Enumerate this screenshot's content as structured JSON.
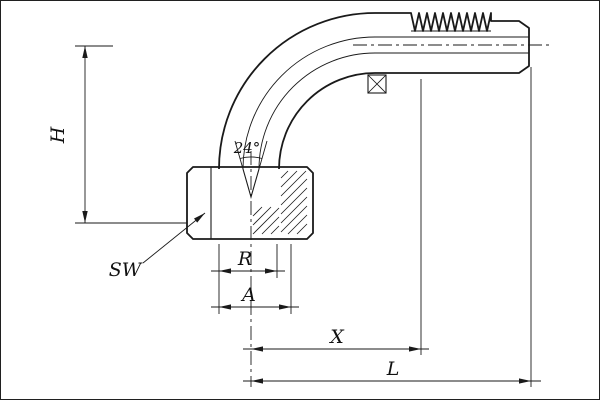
{
  "page": {
    "background": "#ffffff",
    "frame_color": "#202020"
  },
  "drawing": {
    "type": "technical-drawing",
    "line_color": "#1a1a1a",
    "labels": {
      "height": "H",
      "wrench": "SW",
      "angle": "24°",
      "thread": "R",
      "seat": "A",
      "cutoff": "X",
      "length": "L"
    }
  }
}
